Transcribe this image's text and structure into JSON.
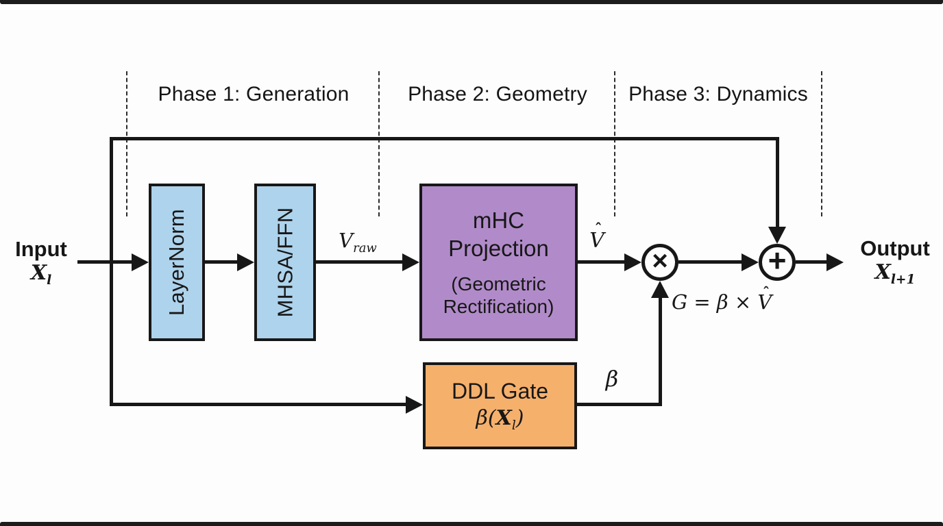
{
  "phases": [
    {
      "label": "Phase 1: Generation"
    },
    {
      "label": "Phase 2: Geometry"
    },
    {
      "label": "Phase 3: Dynamics"
    }
  ],
  "nodes": {
    "layernorm": {
      "label": "LayerNorm",
      "color": "#aed3ec"
    },
    "mhsa_ffn": {
      "label": "MHSA/FFN",
      "color": "#aed3ec"
    },
    "mhc_projection": {
      "title_line1": "mHC",
      "title_line2": "Projection",
      "subtitle_line1": "(Geometric",
      "subtitle_line2": "Rectification)",
      "color": "#b18bc9"
    },
    "ddl_gate": {
      "title": "DDL Gate",
      "formula_pre": "β(",
      "formula_base": "X",
      "formula_sub": "l",
      "formula_post": ")",
      "color": "#f5b06c"
    }
  },
  "operators": {
    "multiply": "×",
    "add": "+"
  },
  "labels": {
    "input_title": "Input",
    "input_base": "X",
    "input_sub": "l",
    "output_title": "Output",
    "output_base": "X",
    "output_sub": "l+1",
    "v_raw_base": "V",
    "v_raw_sub": "raw",
    "v_hat_hat": "ˆ",
    "v_hat_base": "V",
    "beta": "β",
    "gate_eq_pre": "G = β × ",
    "gate_eq_hat": "ˆ",
    "gate_eq_base": "V"
  },
  "colors": {
    "line": "#171717",
    "background": "#fdfdfd",
    "box_blue": "#aed3ec",
    "box_purple": "#b18bc9",
    "box_orange": "#f5b06c"
  }
}
